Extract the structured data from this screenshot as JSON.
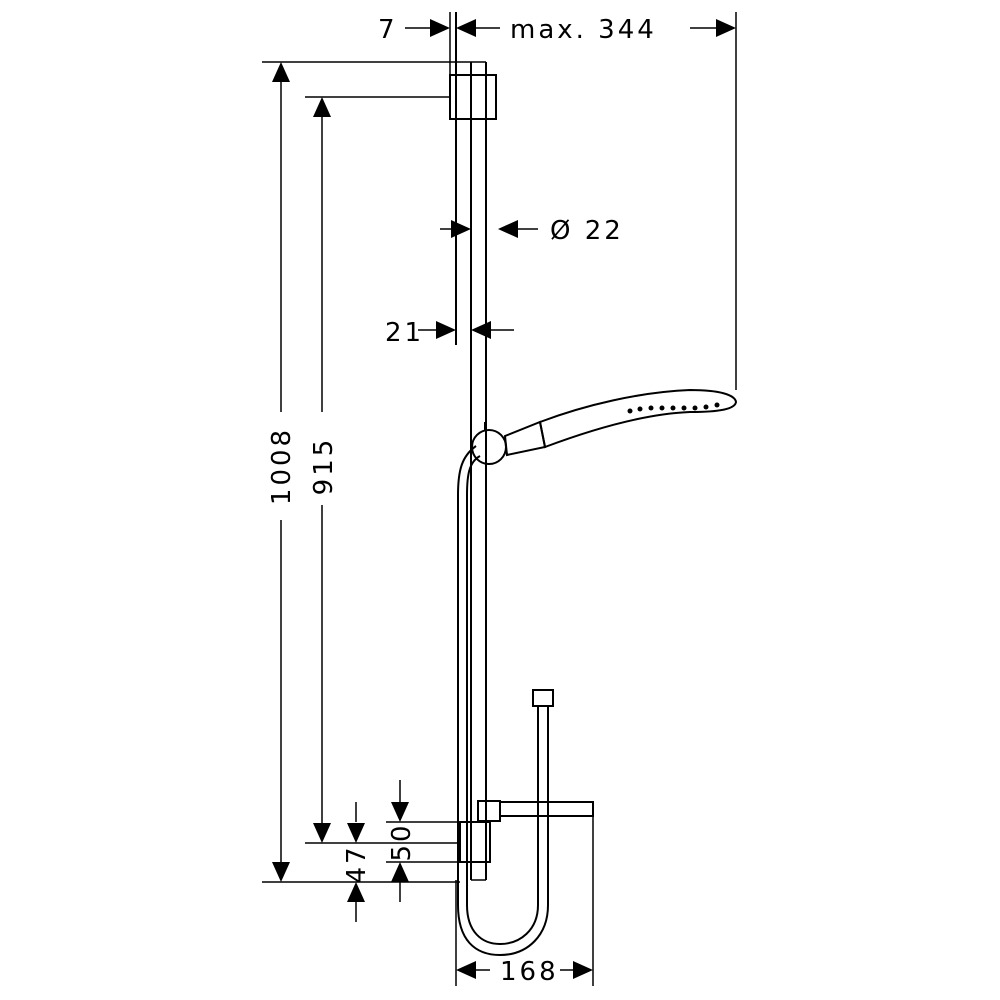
{
  "dimensions": {
    "top_offset": "7",
    "max_width": "max. 344",
    "diameter": "Ø 22",
    "rail_offset": "21",
    "total_height": "1008",
    "fixing_distance": "915",
    "bottom_47": "47",
    "bottom_50": "50",
    "base_width": "168"
  }
}
